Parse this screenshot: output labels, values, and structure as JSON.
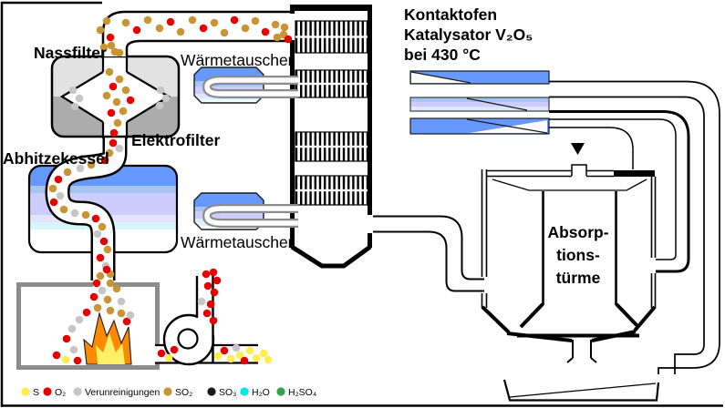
{
  "diagram": {
    "labels": {
      "nassfilter": "Nassfilter",
      "waermetauscher_top": "Wärmetauscher",
      "elektrofilter": "Elektrofilter",
      "abhitzekessel": "Abhitzekessel",
      "waermetauscher_bottom": "Wärmetauscher",
      "kontakt1": "Kontaktofen",
      "kontakt2": "Katalysator V₂O₅",
      "kontakt3": "bei 430 °C",
      "abs1": "Absorp-",
      "abs2": "tions-",
      "abs3": "türme"
    },
    "colors": {
      "blue_strong": "#6699FF",
      "blue_light": "#A7C4F2",
      "lavender": "#CCCCFF",
      "pale": "#E2E6FA",
      "pale_cyan": "#D8F4FC",
      "filter_top_gray": "#E2E2E2",
      "filter_bottom_gray": "#ACACAC",
      "furnace_gray": "#8C8C8C",
      "flame_outer": "#FF8A00",
      "flame_inner": "#FFF066"
    }
  },
  "legend": {
    "items": [
      {
        "name": "s",
        "label": "S",
        "color": "#FFEE4D"
      },
      {
        "name": "o2",
        "label": "O₂",
        "color": "#E80000"
      },
      {
        "name": "ver",
        "label": "Verunreinigungen",
        "color": "#C6C6C6"
      },
      {
        "name": "so2",
        "label": "SO₂",
        "color": "#C89434"
      },
      {
        "name": "so3",
        "label": "SO₃",
        "color": "#1A1A1A"
      },
      {
        "name": "h2o",
        "label": "H₂O",
        "color": "#00E8E8"
      },
      {
        "name": "h2so4",
        "label": "H₂SO₄",
        "color": "#2EA44E"
      }
    ]
  },
  "particles": {
    "colors": {
      "s": "#FFEE4D",
      "o": "#E80000",
      "v": "#C6C6C6",
      "so2": "#C89434"
    },
    "dots": [
      [
        "so2",
        110,
        33
      ],
      [
        "so2",
        117,
        23
      ],
      [
        "o",
        121,
        41
      ],
      [
        "so2",
        114,
        52
      ],
      [
        "so2",
        126,
        57
      ],
      [
        "so2",
        138,
        25
      ],
      [
        "o",
        150,
        33
      ],
      [
        "so2",
        162,
        22
      ],
      [
        "so2",
        175,
        31
      ],
      [
        "o",
        187,
        24
      ],
      [
        "so2",
        198,
        35
      ],
      [
        "so2",
        211,
        22
      ],
      [
        "o",
        223,
        31
      ],
      [
        "so2",
        235,
        25
      ],
      [
        "so2",
        246,
        36
      ],
      [
        "o",
        257,
        22
      ],
      [
        "so2",
        269,
        31
      ],
      [
        "so2",
        280,
        23
      ],
      [
        "o",
        291,
        35
      ],
      [
        "so2",
        302,
        27
      ],
      [
        "so2",
        311,
        38
      ],
      [
        "so2",
        304,
        41
      ],
      [
        "so2",
        312,
        30
      ],
      [
        "o",
        316,
        43
      ],
      [
        "so2",
        122,
        50
      ],
      [
        "so2",
        131,
        58
      ],
      [
        "v",
        80,
        99
      ],
      [
        "v",
        87,
        108
      ],
      [
        "v",
        82,
        117
      ],
      [
        "v",
        176,
        99
      ],
      [
        "v",
        182,
        108
      ],
      [
        "v",
        175,
        116
      ],
      [
        "so2",
        120,
        79
      ],
      [
        "so2",
        131,
        87
      ],
      [
        "o",
        124,
        95
      ],
      [
        "so2",
        138,
        99
      ],
      [
        "so2",
        117,
        105
      ],
      [
        "o",
        143,
        110
      ],
      [
        "so2",
        128,
        112
      ],
      [
        "so2",
        135,
        122
      ],
      [
        "o",
        122,
        124
      ],
      [
        "so2",
        129,
        135
      ],
      [
        "o",
        125,
        146
      ],
      [
        "o",
        124,
        157
      ],
      [
        "v",
        131,
        163
      ],
      [
        "so2",
        120,
        168
      ],
      [
        "o",
        115,
        176
      ],
      [
        "so2",
        100,
        181
      ],
      [
        "v",
        88,
        185
      ],
      [
        "so2",
        74,
        189
      ],
      [
        "o",
        64,
        197
      ],
      [
        "so2",
        58,
        207
      ],
      [
        "v",
        66,
        215
      ],
      [
        "o",
        59,
        222
      ],
      [
        "so2",
        70,
        230
      ],
      [
        "v",
        82,
        234
      ],
      [
        "so2",
        94,
        236
      ],
      [
        "o",
        105,
        240
      ],
      [
        "so2",
        112,
        249
      ],
      [
        "v",
        107,
        257
      ],
      [
        "o",
        114,
        265
      ],
      [
        "so2",
        118,
        274
      ],
      [
        "o",
        110,
        283
      ],
      [
        "v",
        116,
        292
      ],
      [
        "so2",
        121,
        301
      ],
      [
        "o",
        117,
        296
      ],
      [
        "so2",
        110,
        303
      ],
      [
        "o",
        106,
        311
      ],
      [
        "so2",
        121,
        311
      ],
      [
        "so2",
        128,
        317
      ],
      [
        "v",
        112,
        319
      ],
      [
        "o",
        103,
        326
      ],
      [
        "so2",
        118,
        329
      ],
      [
        "v",
        133,
        331
      ],
      [
        "so2",
        107,
        338
      ],
      [
        "o",
        95,
        343
      ],
      [
        "v",
        87,
        351
      ],
      [
        "so2",
        121,
        341
      ],
      [
        "so2",
        133,
        344
      ],
      [
        "o",
        139,
        353
      ],
      [
        "v",
        143,
        346
      ],
      [
        "v",
        79,
        361
      ],
      [
        "o",
        73,
        372
      ],
      [
        "v",
        81,
        384
      ],
      [
        "o",
        62,
        390
      ],
      [
        "s",
        72,
        395
      ],
      [
        "o",
        85,
        396
      ],
      [
        "o",
        226,
        301
      ],
      [
        "o",
        234,
        299
      ],
      [
        "o",
        238,
        308
      ],
      [
        "o",
        228,
        314
      ],
      [
        "o",
        235,
        321
      ],
      [
        "v",
        221,
        331
      ],
      [
        "o",
        231,
        334
      ],
      [
        "o",
        227,
        344
      ],
      [
        "o",
        234,
        352
      ],
      [
        "o",
        177,
        388
      ],
      [
        "s",
        185,
        393
      ],
      [
        "o",
        191,
        384
      ],
      [
        "s",
        239,
        391
      ],
      [
        "o",
        246,
        385
      ],
      [
        "s",
        253,
        394
      ],
      [
        "v",
        259,
        382
      ],
      [
        "s",
        263,
        390
      ],
      [
        "o",
        268,
        396
      ],
      [
        "s",
        274,
        385
      ],
      [
        "s",
        281,
        393
      ],
      [
        "s",
        289,
        388
      ],
      [
        "s",
        294,
        395
      ]
    ]
  }
}
